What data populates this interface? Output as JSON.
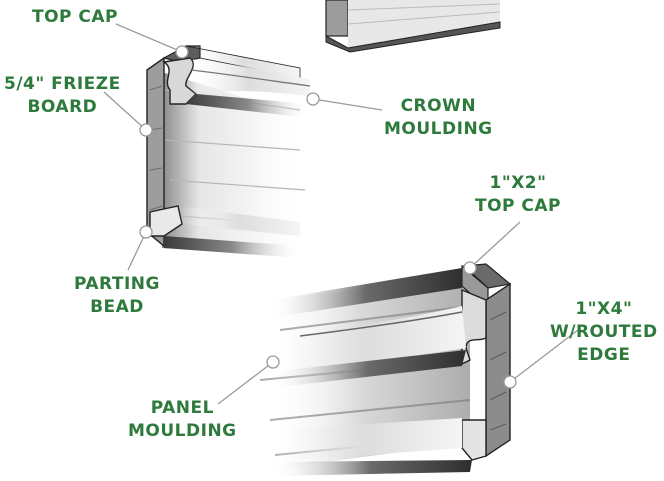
{
  "labels": {
    "top_cap": [
      "TOP CAP"
    ],
    "frieze_board": [
      "5/4\" FRIEZE",
      "BOARD"
    ],
    "crown_moulding": [
      "CROWN",
      "MOULDING"
    ],
    "parting_bead": [
      "PARTING",
      "BEAD"
    ],
    "top_cap_1x2": [
      "1\"X2\"",
      "TOP CAP"
    ],
    "routed_edge_1x4": [
      "1\"X4\"",
      "W/ROUTED",
      "EDGE"
    ],
    "panel_moulding": [
      "PANEL",
      "MOULDING"
    ]
  },
  "colors": {
    "label_text": "#2e7a3c",
    "leader_line": "#9a9a9a",
    "wood_light": "#f2f2f2",
    "wood_mid": "#bdbdbd",
    "wood_dark": "#4a4a4a",
    "outline": "#222222"
  }
}
